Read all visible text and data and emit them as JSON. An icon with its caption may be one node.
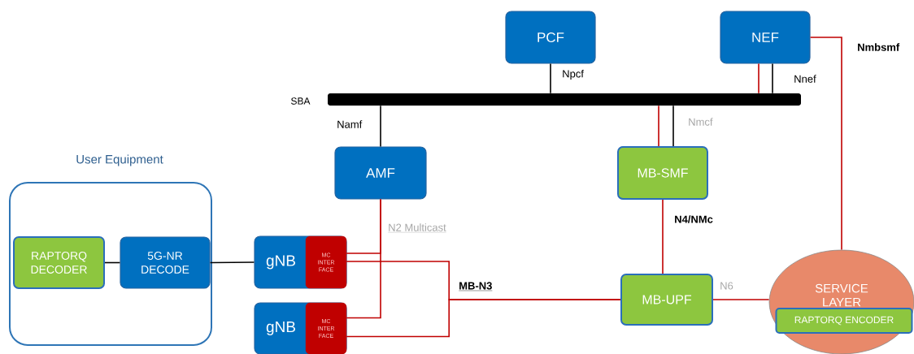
{
  "diagram": {
    "nodes": [
      {
        "text": [
          "User Equipment"
        ]
      },
      {
        "text": [
          "RAPTORQ DECODER"
        ],
        "in": 0
      },
      {
        "text": [
          "5G-NR DECODE"
        ],
        "in": 0
      },
      {
        "text": [
          "gNB"
        ]
      },
      {
        "text": [
          "MC INTER FACE"
        ],
        "in": 3
      },
      {
        "text": [
          "gNB"
        ]
      },
      {
        "text": [
          "MC INTER FACE"
        ],
        "in": 5
      },
      {
        "text": [
          "PCF"
        ]
      },
      {
        "text": [
          "NEF"
        ]
      },
      {
        "text": [],
        "shape": "bar",
        "beside": [
          "SBA"
        ]
      },
      {
        "text": [
          "AMF"
        ]
      },
      {
        "text": [
          "MB-SMF"
        ]
      },
      {
        "text": [
          "MB-UPF"
        ]
      },
      {
        "text": [
          "SERVICE LAYER"
        ]
      },
      {
        "text": [
          "RAPTORQ ENCODER"
        ],
        "in": 13
      }
    ],
    "edges": [
      {
        "from": 1,
        "to": 2,
        "arrow": "none",
        "color": "#000000"
      },
      {
        "from": 2,
        "to": 3,
        "arrow": "none",
        "color": "#000000"
      },
      {
        "from": 7,
        "to": 9,
        "arrow": "none",
        "color": "#000000",
        "label": "Npcf"
      },
      {
        "from": 9,
        "to": 10,
        "arrow": "none",
        "color": "#000000",
        "label": "Namf"
      },
      {
        "from": 8,
        "to": 9,
        "arrow": "none",
        "color": "#000000",
        "label": "Nnef"
      },
      {
        "from": 8,
        "to": 9,
        "arrow": "none"
      },
      {
        "from": 9,
        "to": 11,
        "arrow": "none"
      },
      {
        "from": 9,
        "to": 11,
        "arrow": "none",
        "color": "#000000",
        "label": "Nmcf"
      },
      {
        "from": 8,
        "to": 13,
        "arrow": "none",
        "label": "Nmbsmf"
      },
      {
        "from": 11,
        "to": 12,
        "arrow": "none",
        "label": "N4/NMc"
      },
      {
        "from": 12,
        "to": 13,
        "arrow": "none",
        "label": "N6"
      },
      {
        "from": 10,
        "to": 4,
        "arrow": "none",
        "label": "N2 Multicast"
      },
      {
        "from": 10,
        "to": 6,
        "arrow": "none"
      },
      {
        "from": 4,
        "to": 12,
        "arrow": "none",
        "label": "MB-N3"
      },
      {
        "from": 6,
        "to": 12,
        "arrow": "none"
      }
    ]
  }
}
